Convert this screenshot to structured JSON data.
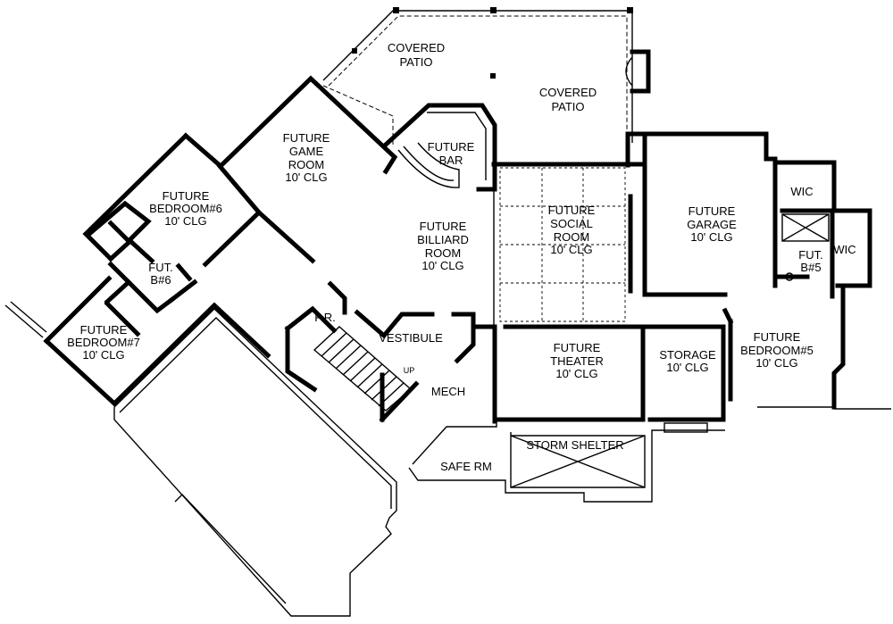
{
  "rooms": {
    "covered_patio_left": [
      "COVERED",
      "PATIO"
    ],
    "covered_patio_right": [
      "COVERED",
      "PATIO"
    ],
    "future_bar": [
      "FUTURE",
      "BAR"
    ],
    "future_game_room": [
      "FUTURE",
      "GAME",
      "ROOM",
      "10' CLG"
    ],
    "future_bedroom_6": [
      "FUTURE",
      "BEDROOM#6",
      "10' CLG"
    ],
    "fut_bath_6": [
      "FUT.",
      "B#6"
    ],
    "future_billiard_room": [
      "FUTURE",
      "BILLIARD",
      "ROOM",
      "10' CLG"
    ],
    "future_social_room": [
      "FUTURE",
      "SOCIAL",
      "ROOM",
      "10' CLG"
    ],
    "future_garage": [
      "FUTURE",
      "GARAGE",
      "10' CLG"
    ],
    "wic_top": [
      "WIC"
    ],
    "wic_right": [
      "WIC"
    ],
    "fut_bath_5": [
      "FUT.",
      "B#5"
    ],
    "future_bedroom_7": [
      "FUTURE",
      "BEDROOM#7",
      "10' CLG"
    ],
    "powder_room": [
      "P.R."
    ],
    "vestibule": [
      "VESTIBULE"
    ],
    "up": [
      "UP"
    ],
    "mech": [
      "MECH"
    ],
    "future_theater": [
      "FUTURE",
      "THEATER",
      "10' CLG"
    ],
    "storage": [
      "STORAGE",
      "10' CLG"
    ],
    "future_bedroom_5": [
      "FUTURE",
      "BEDROOM#5",
      "10' CLG"
    ],
    "storm_shelter": [
      "STORM  SHELTER"
    ],
    "safe_rm": [
      "SAFE RM"
    ]
  }
}
